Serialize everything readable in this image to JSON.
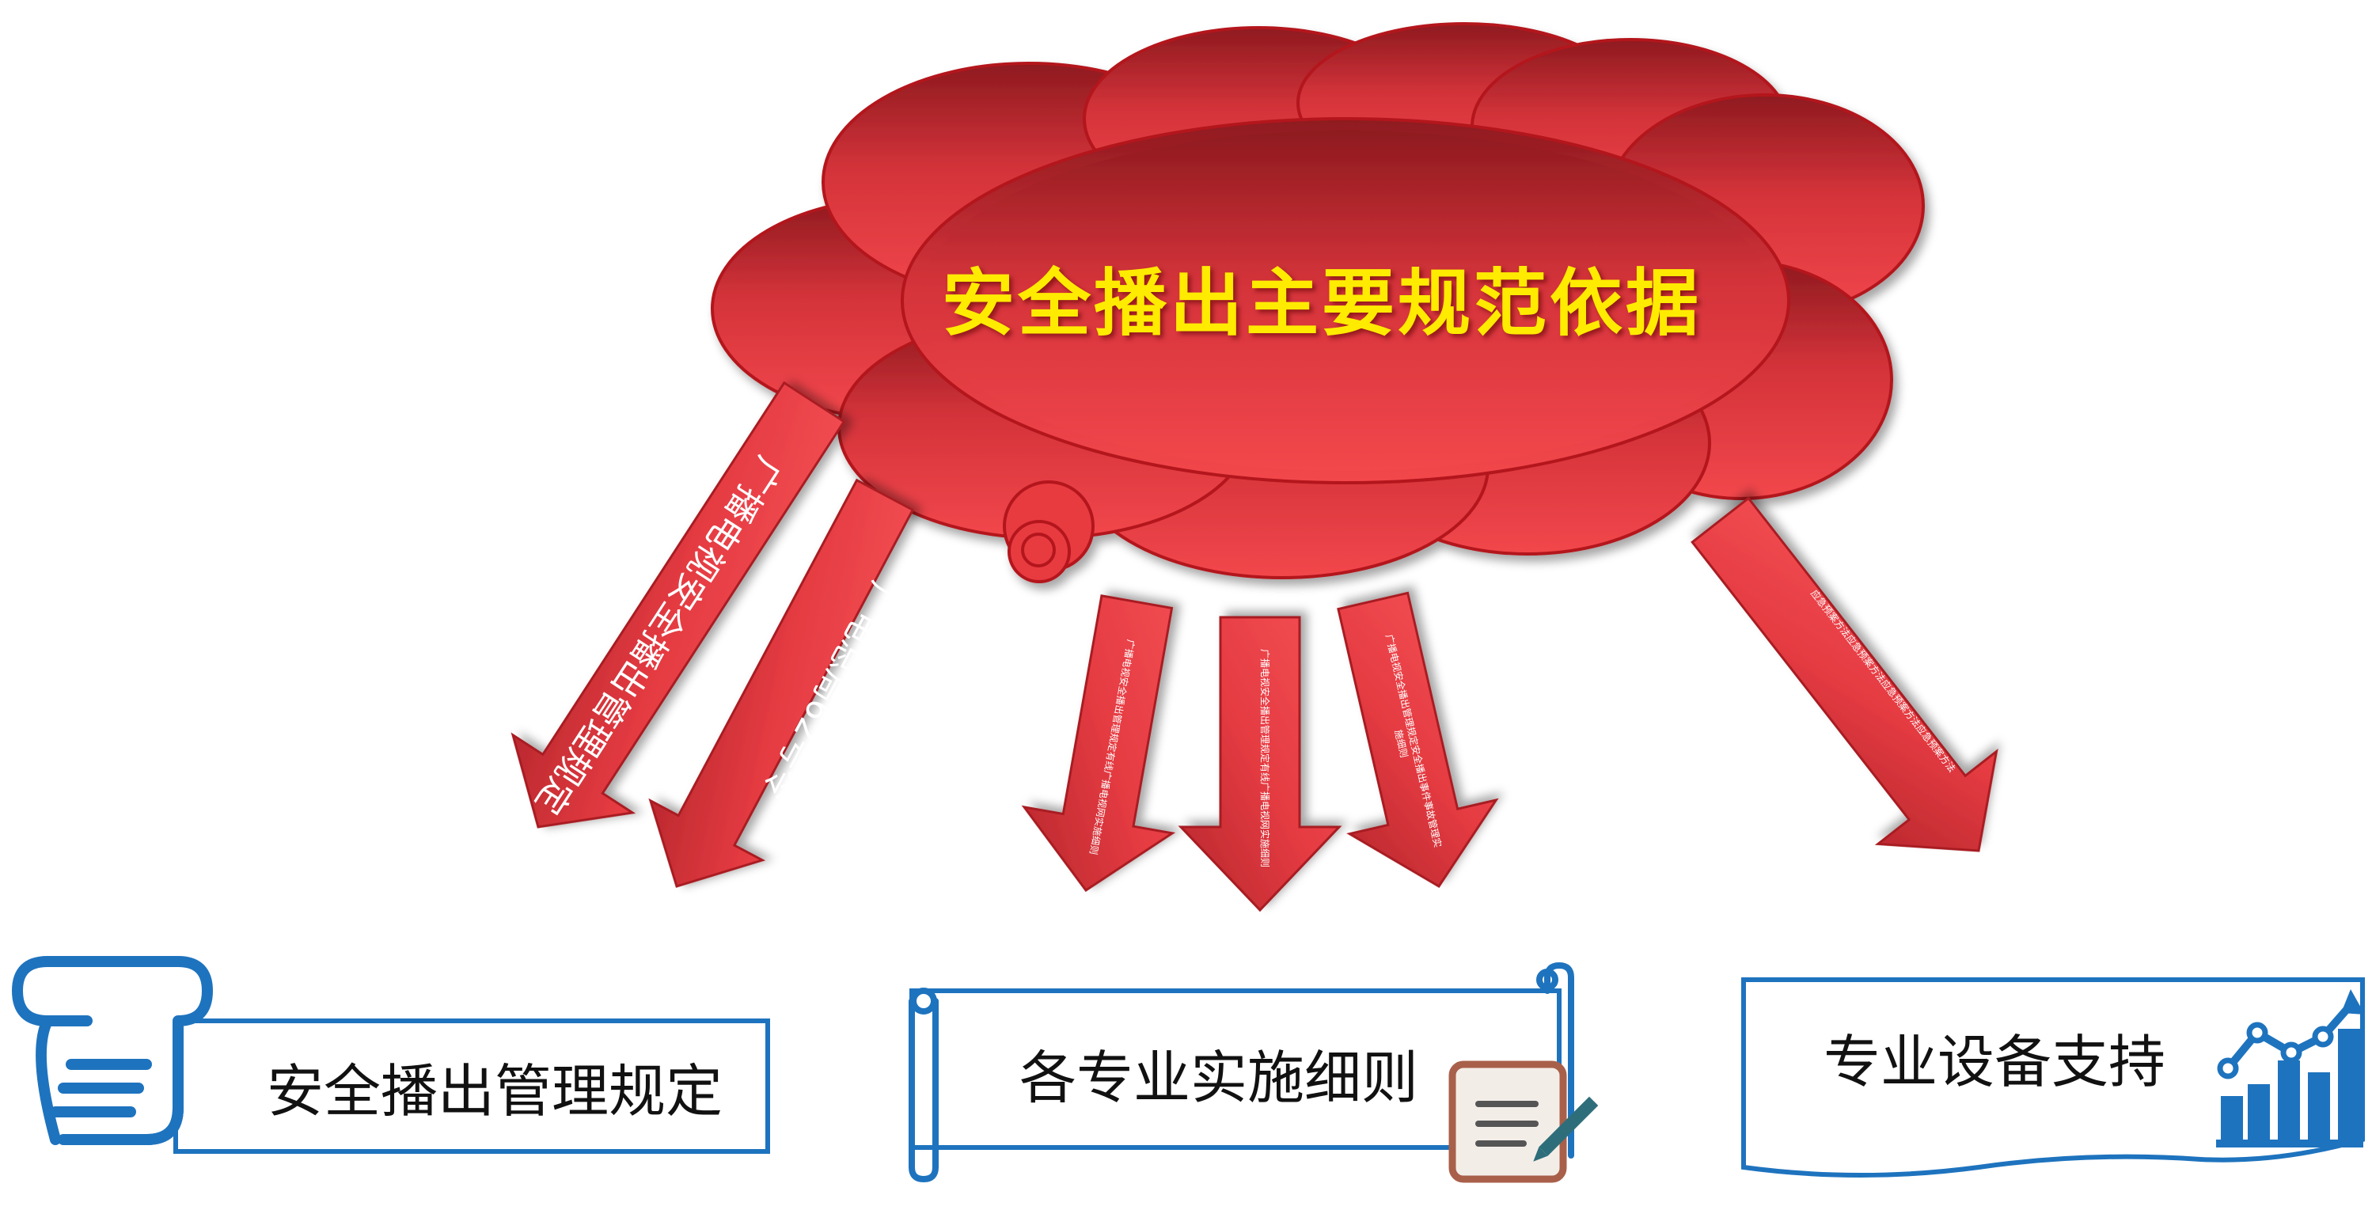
{
  "title": "安全播出主要规范依据",
  "arrows": {
    "a1": "广播电视安全播出管理规定",
    "a2": "广电总局62号令",
    "a3": "广播电视安全播出管理规定有线广播电视网实施细则",
    "a4": "广播电视安全播出管理规定有线广播电视网实施细则",
    "a5": "广播电视安全播出管理规定安全播出事件事故管理实施细则",
    "a6": "应急预案方法应急预案方法应急预案方法应急预案方法"
  },
  "boxes": {
    "left": "安全播出管理规定",
    "center": "各专业实施细则",
    "right": "专业设备支持"
  },
  "icons": {
    "left": "scroll-document-icon",
    "center": "note-pen-icon",
    "right": "bar-chart-icon"
  },
  "colors": {
    "cloud": "#e2323a",
    "arrow": "#e0343c",
    "title": "#ffeb00",
    "box_border": "#1e73be"
  }
}
